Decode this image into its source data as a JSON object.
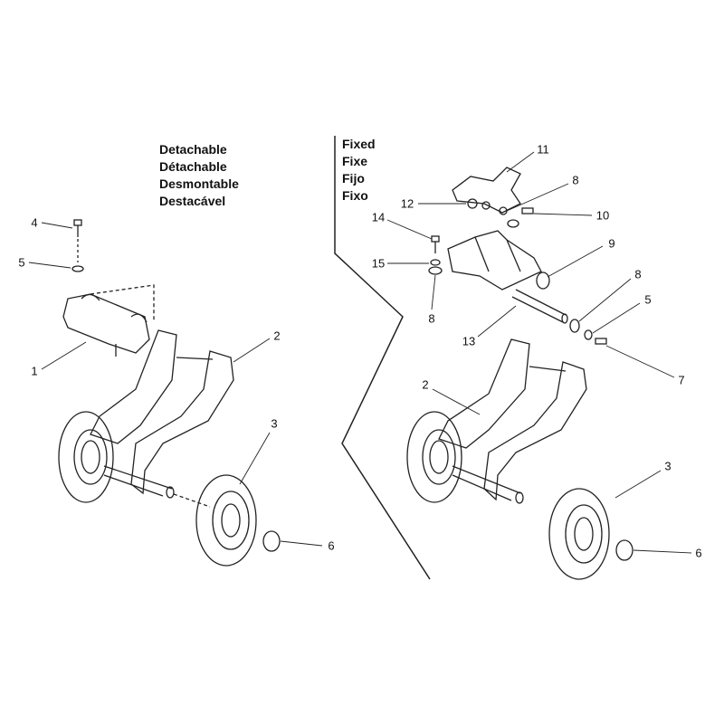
{
  "left_section": {
    "titles": [
      "Detachable",
      "Détachable",
      "Desmontable",
      "Destacável"
    ],
    "callouts": [
      "4",
      "5",
      "1",
      "2",
      "3",
      "6"
    ]
  },
  "right_section": {
    "titles": [
      "Fixed",
      "Fixe",
      "Fijo",
      "Fixo"
    ],
    "callouts": [
      "11",
      "12",
      "8",
      "10",
      "14",
      "15",
      "9",
      "8",
      "8",
      "5",
      "13",
      "7",
      "2",
      "3",
      "6"
    ]
  }
}
